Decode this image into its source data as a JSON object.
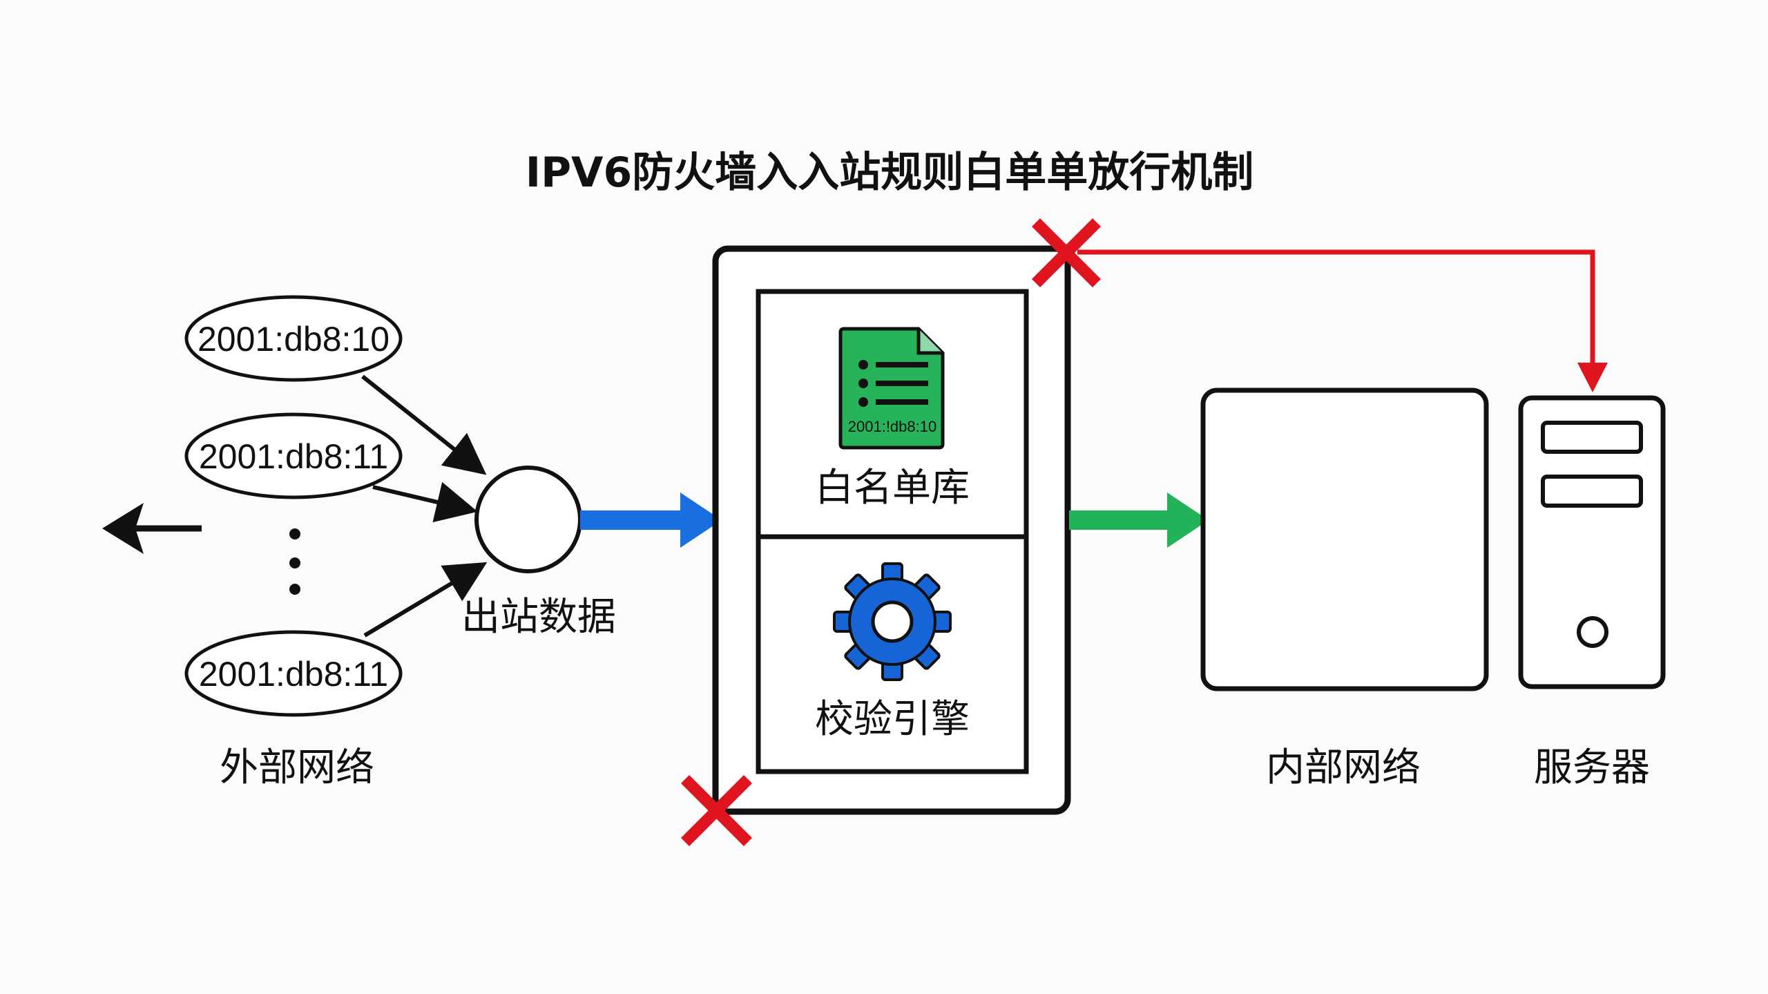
{
  "title": "IPV6防火墙入入站规则白单单放行机制",
  "external": {
    "label": "外部网络",
    "addresses": [
      "2001:db8:10",
      "2001:db8:11",
      "2001:db8:11"
    ],
    "ellipsis_icon": "vertical-dots-icon",
    "back_arrow_icon": "left-arrow-icon"
  },
  "outbound": {
    "label": "出站数据"
  },
  "firewall": {
    "whitelist": {
      "label": "白名单库",
      "doc_text": "2001:!db8:10",
      "icon": "document-icon"
    },
    "engine": {
      "label": "校验引擎",
      "icon": "gear-icon"
    },
    "blocked_icons": [
      "cross-icon",
      "cross-icon"
    ]
  },
  "internal": {
    "label": "内部网络"
  },
  "server": {
    "label": "服务器",
    "icon": "server-tower-icon"
  },
  "colors": {
    "inbound_arrow": "#1a6fe0",
    "pass_arrow": "#22b35a",
    "blocked": "#e0141e",
    "doc_green": "#27b35a",
    "gear_blue": "#1764d6",
    "stroke": "#111111"
  }
}
